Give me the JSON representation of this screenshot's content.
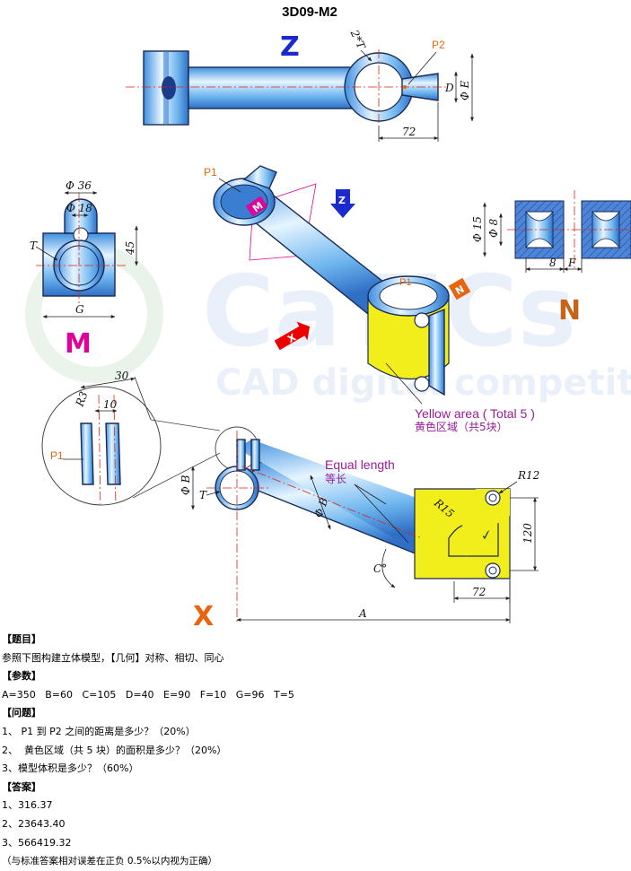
{
  "title": "3D09-M2",
  "view_labels": {
    "z": "Z",
    "m": "M",
    "n": "N",
    "x": "X"
  },
  "watermark": {
    "brand": "CaTICs",
    "tagline": "CAD digital competition"
  },
  "points": {
    "p1": "P1",
    "p2": "P2"
  },
  "dims": {
    "two_t": "2*T",
    "d": "D",
    "phi_e": "Φ E",
    "d72_top": "72",
    "phi36": "Φ 36",
    "phi18": "Φ 18",
    "t": "T",
    "d45": "45",
    "g": "G",
    "phi15": "Φ 15",
    "phi8": "Φ 8",
    "d8": "8",
    "f": "F",
    "d30": "30",
    "r3": "R3",
    "d10": "10",
    "phi_b": "Φ B",
    "phi_b2": "Φ B",
    "t2": "T",
    "r12": "R12",
    "r15": "R15",
    "d120": "120",
    "c_deg": "C°",
    "d72_bottom": "72",
    "a": "A"
  },
  "callouts": {
    "yellow_en": "Yellow area ( Total 5 )",
    "yellow_cn": "黄色区域（共5块）",
    "equal_en": "Equal length",
    "equal_cn": "等长"
  },
  "colors": {
    "tube_blue": "#5aa9ea",
    "tube_light": "#d8efff",
    "yellow": "#f2ee1c",
    "magenta": "#e0009a",
    "orange": "#e8650f",
    "navy": "#1a2acc"
  },
  "text": {
    "h_topic": "【题目】",
    "topic": "参照下图构建立体模型，【几何】对称、相切、同心",
    "h_params": "【参数】",
    "params": "A=350   B=60   C=105   D=40   E=90   F=10   G=96   T=5",
    "h_questions": "【问题】",
    "q1": "1、 P1 到 P2 之间的距离是多少？（20%）",
    "q2": "2、  黄色区域（共 5 块）的面积是多少？（20%）",
    "q3": "3、模型体积是多少？（60%）",
    "h_answers": "【答案】",
    "a1": "1、316.37",
    "a2": "2、23643.40",
    "a3": "3、566419.32",
    "note": "（与标准答案相对误差在正负 0.5%以内视为正确）"
  }
}
